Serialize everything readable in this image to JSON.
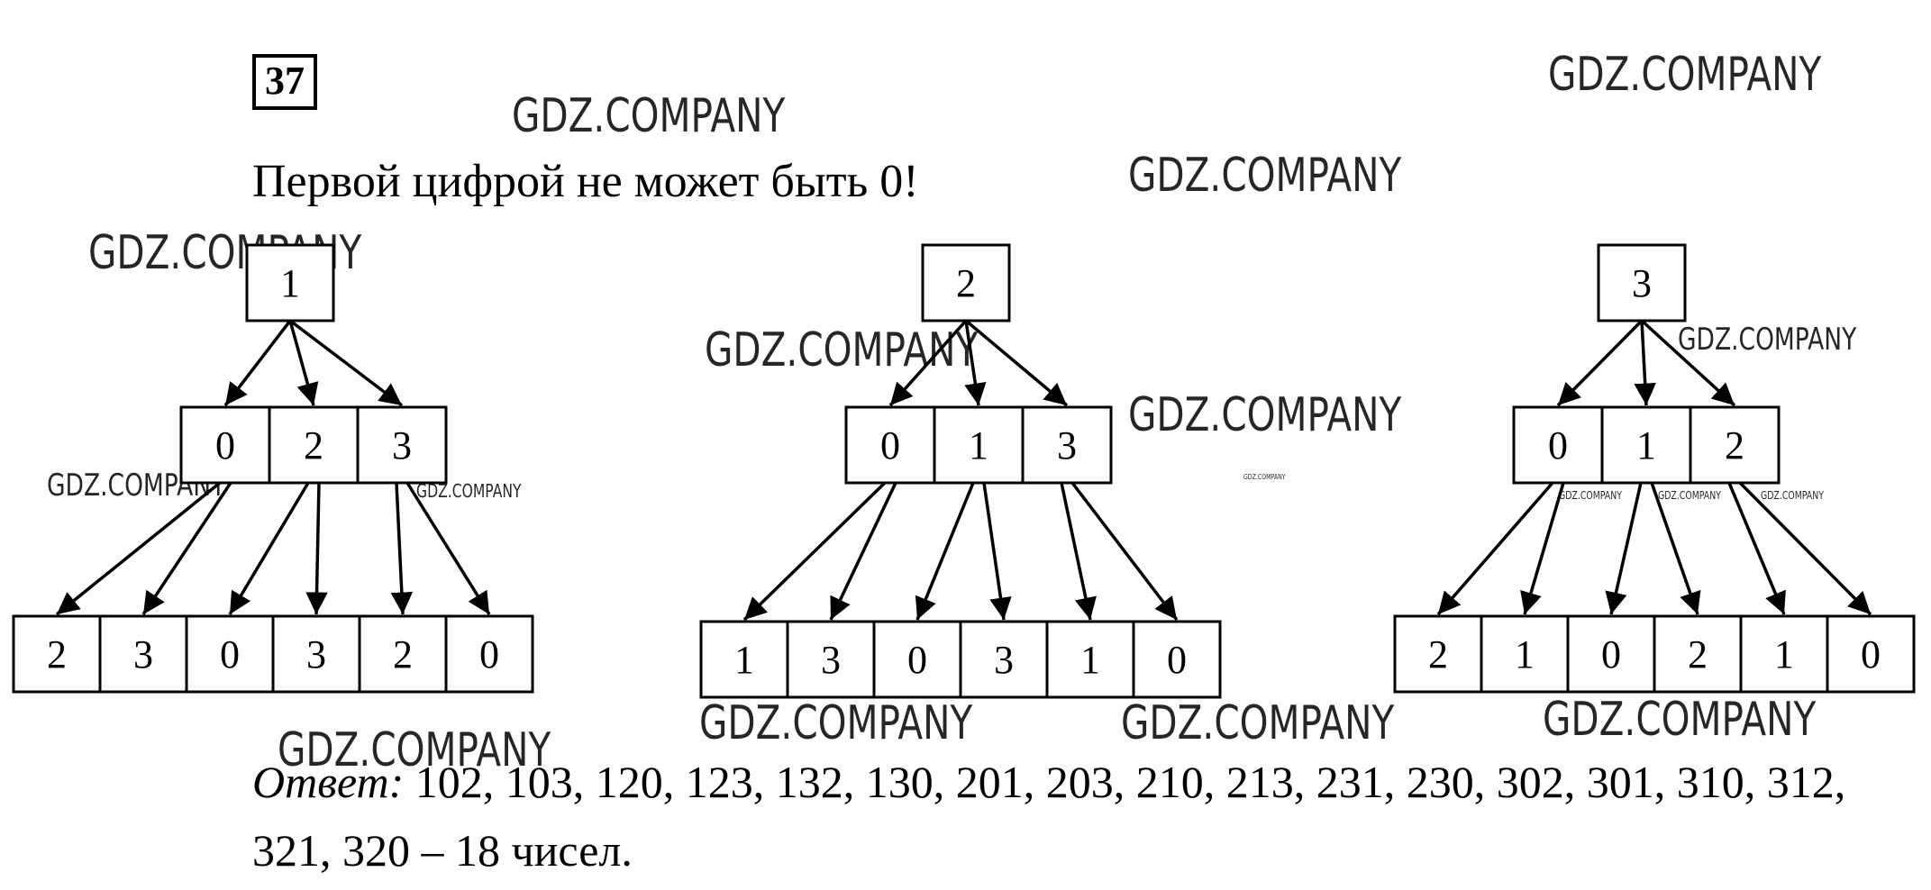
{
  "problem_number": "37",
  "intro_text": "Первой цифрой не может быть 0!",
  "trees": [
    {
      "root": "1",
      "level1": [
        "0",
        "2",
        "3"
      ],
      "level2": [
        [
          "2",
          "3"
        ],
        [
          "0",
          "3"
        ],
        [
          "2",
          "0"
        ]
      ]
    },
    {
      "root": "2",
      "level1": [
        "0",
        "1",
        "3"
      ],
      "level2": [
        [
          "1",
          "3"
        ],
        [
          "0",
          "3"
        ],
        [
          "1",
          "0"
        ]
      ]
    },
    {
      "root": "3",
      "level1": [
        "0",
        "1",
        "2"
      ],
      "level2": [
        [
          "2",
          "1"
        ],
        [
          "0",
          "2"
        ],
        [
          "1",
          "0"
        ]
      ]
    }
  ],
  "answer": {
    "label": "Ответ:",
    "text": "102, 103, 120, 123, 132, 130, 201, 203, 210, 213, 231, 230, 302, 301, 310, 312, 321, 320 – 18 чисел."
  },
  "watermarks": [
    "GDZ.COMPANY",
    "GDZ.COMPANY",
    "GDZ.COMPANY",
    "GDZ.COMPANY",
    "GDZ.COMPANY",
    "GDZ.COMPANY",
    "GDZ.COMPANY",
    "GDZ.COMPANY",
    "GDZ.COMPANY",
    "GDZ.COMPANY",
    "GDZ.COMPANY",
    "GDZ.COMPANY",
    "GDZ.COMPANY",
    "GDZ.COMPANY",
    "GDZ.COMPANY",
    "GDZ.COMPANY",
    "GDZ.COMPANY"
  ]
}
